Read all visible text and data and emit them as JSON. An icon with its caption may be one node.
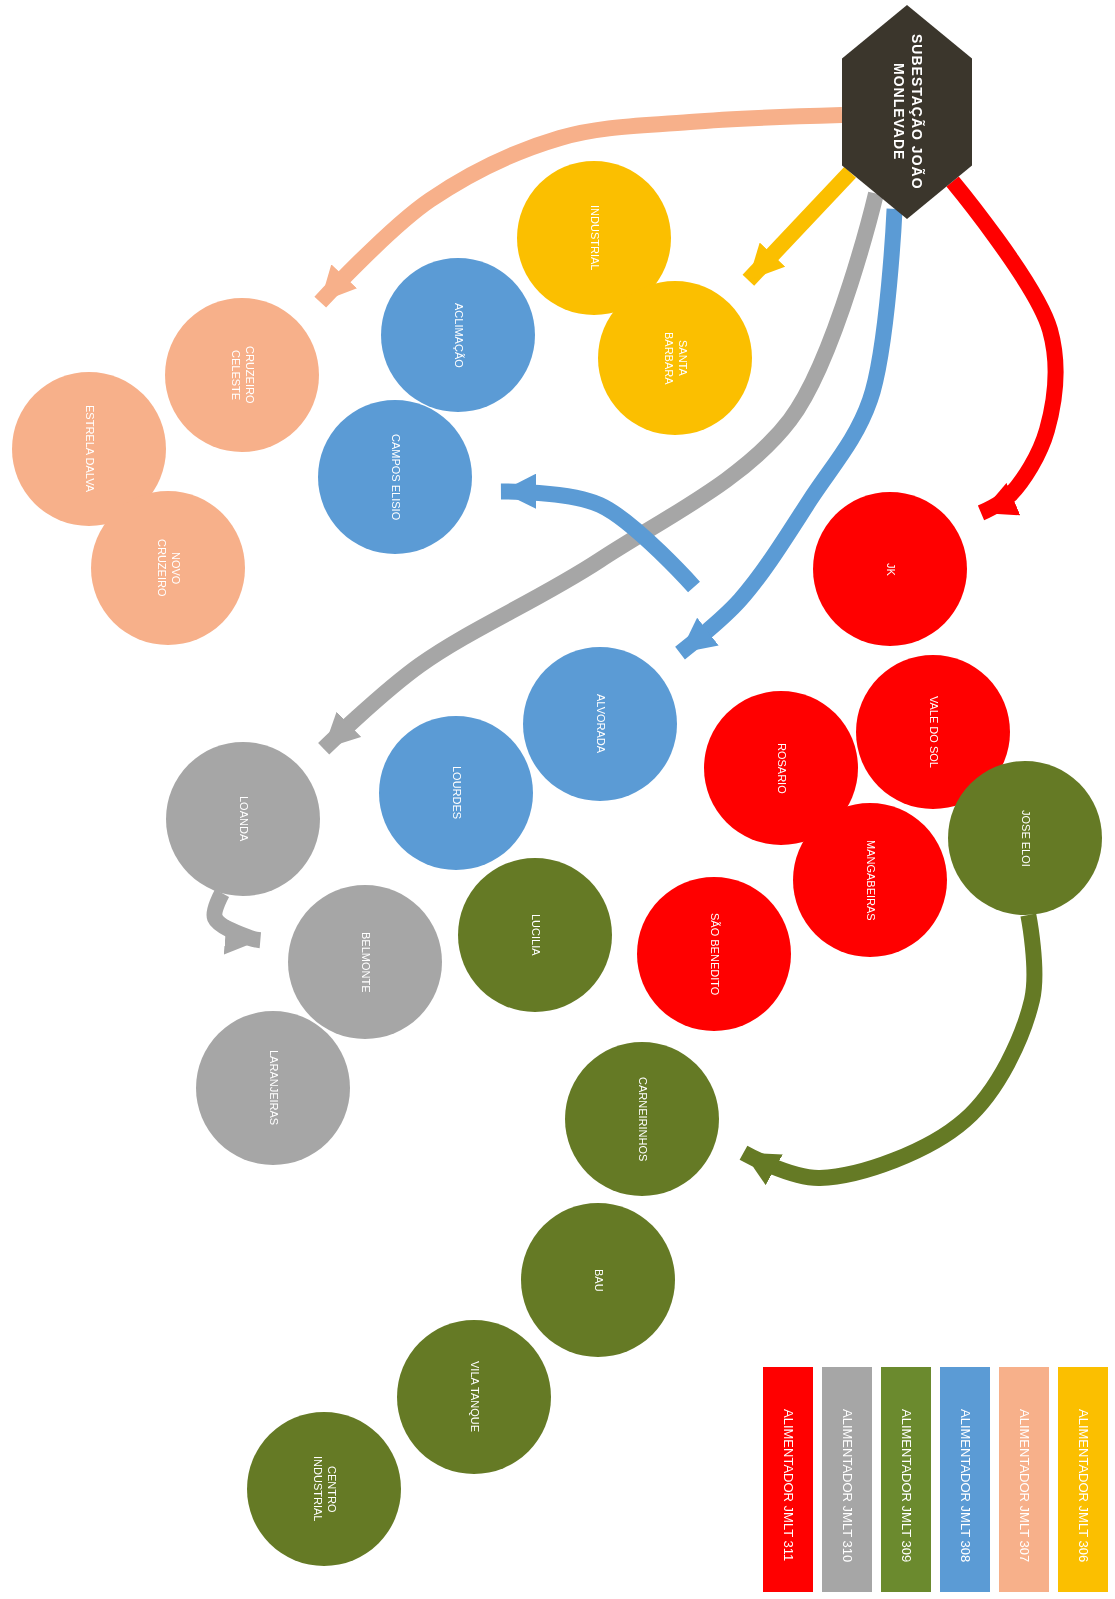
{
  "diagram": {
    "nodes": [
      {
        "text": [
          "SUBESTAÇÃO JOÃO MONLEVADE"
        ]
      },
      {
        "text": [
          "CRUZEIRO CELESTE"
        ]
      },
      {
        "text": [
          "ESTRELA DALVA"
        ]
      },
      {
        "text": [
          "NOVO CRUZEIRO"
        ]
      },
      {
        "text": [
          "ACLIMAÇÃO"
        ]
      },
      {
        "text": [
          "CAMPOS ELISIO"
        ]
      },
      {
        "text": [
          "INDUSTRIAL"
        ]
      },
      {
        "text": [
          "SANTA BARBARA"
        ]
      },
      {
        "text": [
          "JK"
        ]
      },
      {
        "text": [
          "VALE DO SOL"
        ]
      },
      {
        "text": [
          "ROSARIO"
        ]
      },
      {
        "text": [
          "ALVORADA"
        ]
      },
      {
        "text": [
          "LOURDES"
        ]
      },
      {
        "text": [
          "LOANDA"
        ]
      },
      {
        "text": [
          "BELMONTE"
        ]
      },
      {
        "text": [
          "LARANJEIRAS"
        ]
      },
      {
        "text": [
          "LUCILIA"
        ]
      },
      {
        "text": [
          "SÃO BENEDITO"
        ]
      },
      {
        "text": [
          "MANGABEIRAS"
        ]
      },
      {
        "text": [
          "JOSE ELOI"
        ]
      },
      {
        "text": [
          "CARNEIRINHOS"
        ]
      },
      {
        "text": [
          "BAU"
        ]
      },
      {
        "text": [
          "VILA TANQUE"
        ]
      },
      {
        "text": [
          "CENTRO INDUSTRIAL"
        ]
      }
    ],
    "edges": [
      {
        "from": 0,
        "to": 1,
        "arrow": "to",
        "color": "#f7b08a"
      },
      {
        "from": 0,
        "to": 7,
        "arrow": "to",
        "color": "#fbbf00"
      },
      {
        "from": 0,
        "to": 13,
        "arrow": "to",
        "color": "#a6a6a6"
      },
      {
        "from": 0,
        "to": 11,
        "arrow": "to",
        "color": "#5b9bd5"
      },
      {
        "from": 0,
        "to": 8,
        "arrow": "to",
        "color": "#ff0000"
      },
      {
        "from": null,
        "to": 5,
        "arrow": "to",
        "color": "#5b9bd5"
      },
      {
        "from": 13,
        "to": 14,
        "arrow": "to",
        "color": "#a6a6a6"
      },
      {
        "from": 19,
        "to": 20,
        "arrow": "to",
        "color": "#657a25"
      }
    ],
    "legend": [
      {
        "text": "ALIMENTADOR JMLT 311",
        "color": "#ff0000"
      },
      {
        "text": "ALIMENTADOR JMLT 310",
        "color": "#a6a6a6"
      },
      {
        "text": "ALIMENTADOR JMLT 309",
        "color": "#6b8a2e"
      },
      {
        "text": "ALIMENTADOR JMLT 308",
        "color": "#5b9bd5"
      },
      {
        "text": "ALIMENTADOR JMLT 307",
        "color": "#f7b08a"
      },
      {
        "text": "ALIMENTADOR JMLT 306",
        "color": "#fbbf00"
      }
    ]
  }
}
